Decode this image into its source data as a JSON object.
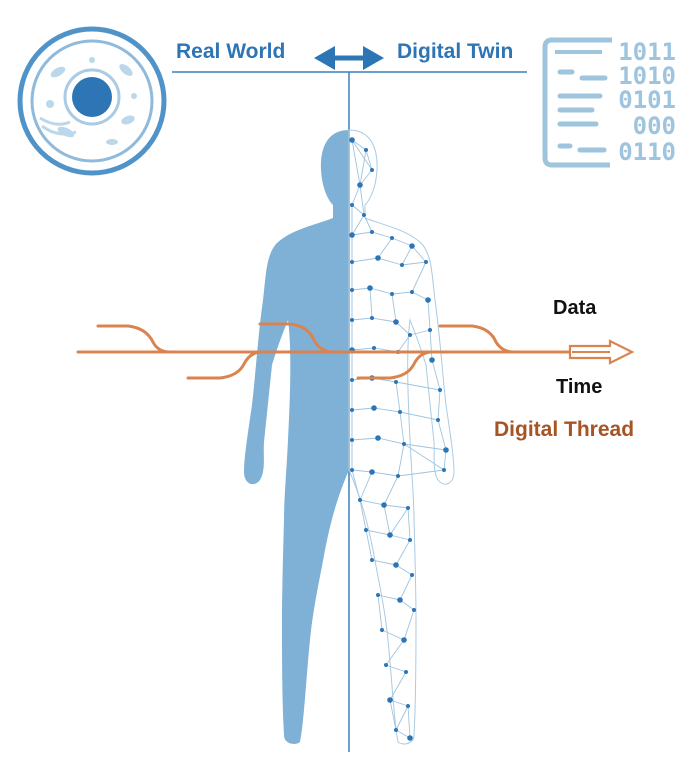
{
  "labels": {
    "real_world": "Real World",
    "digital_twin": "Digital Twin",
    "data": "Data",
    "time": "Time",
    "digital_thread": "Digital Thread"
  },
  "binary_rows": [
    "1011",
    "1010",
    "0101",
    "000",
    "0110"
  ],
  "icons": [
    "cell-icon",
    "code-document-icon",
    "double-arrow-icon",
    "human-figure",
    "wireframe-figure",
    "thread-arrow-icon"
  ],
  "colors": {
    "blue": "#2e75b6",
    "body_blue": "#7fb1d6",
    "light_blue": "#9ec4de",
    "thread_orange": "#d9844f",
    "thread_text": "#a65424",
    "text_dark": "#111111"
  }
}
